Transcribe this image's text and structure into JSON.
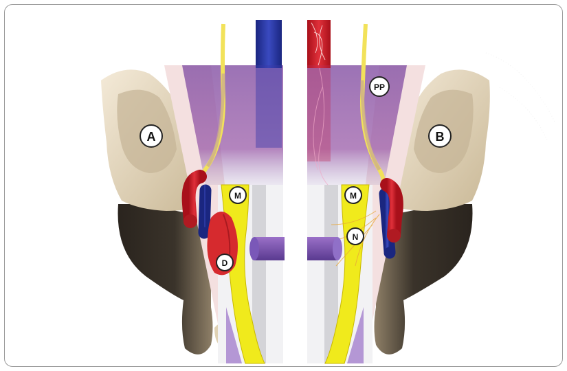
{
  "labels": {
    "a": "A",
    "b": "B",
    "pp": "PP",
    "m_left": "M",
    "m_right": "M",
    "n": "N",
    "d": "D"
  },
  "colors": {
    "bone": "#e8dcc4",
    "bone_dark": "#b8a88a",
    "bone_shadow": "#1e1a16",
    "fascia": "#f3dede",
    "purple_region": "#8a5aa8",
    "muscle_yellow": "#f0ea1c",
    "artery": "#d8202a",
    "vein": "#2a3aa8",
    "nerve": "#f2e25a",
    "connector": "#7b5bb5"
  }
}
